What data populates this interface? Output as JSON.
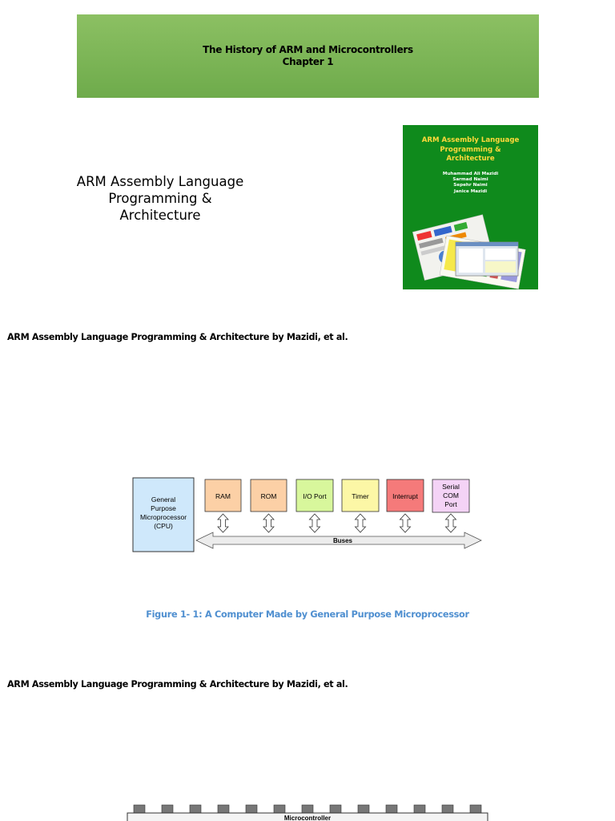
{
  "header": {
    "line1": "The History of ARM and Microcontrollers",
    "line2": "Chapter 1"
  },
  "book": {
    "title_line1": "ARM Assembly Language",
    "title_line2": "Programming &",
    "title_line3": "Architecture"
  },
  "cover": {
    "title_line1": "ARM Assembly Language",
    "title_line2": "Programming &",
    "title_line3": "Architecture",
    "authors": [
      "Muhammad Ali Mazidi",
      "Sarmad Naimi",
      "Sepehr Naimi",
      "Janice Mazidi"
    ],
    "background_color": "#0f8a1c",
    "title_color": "#ffd93a"
  },
  "captions": {
    "source1": "ARM Assembly Language Programming & Architecture by Mazidi, et al.",
    "source2": "ARM Assembly Language Programming & Architecture by Mazidi, et al.",
    "figure1": "Figure 1- 1: A Computer Made by General Purpose Microprocessor"
  },
  "figure1": {
    "cpu": {
      "line1": "General",
      "line2": "Purpose",
      "line3": "Microprocessor",
      "line4": "(CPU)",
      "color": "#cfe8fb"
    },
    "modules": [
      {
        "label": "RAM",
        "color": "#fcd0a6"
      },
      {
        "label": "ROM",
        "color": "#fcd0a6"
      },
      {
        "label": "I/O Port",
        "color": "#d8f79c"
      },
      {
        "label": "Timer",
        "color": "#fcf7a6"
      },
      {
        "label": "Interrupt",
        "color": "#f57a7a"
      },
      {
        "label_line1": "Serial",
        "label_line2": "COM",
        "label_line3": "Port",
        "color": "#f4d3f6"
      }
    ],
    "bus_label": "Buses"
  },
  "figure2": {
    "label": "Microcontroller"
  }
}
